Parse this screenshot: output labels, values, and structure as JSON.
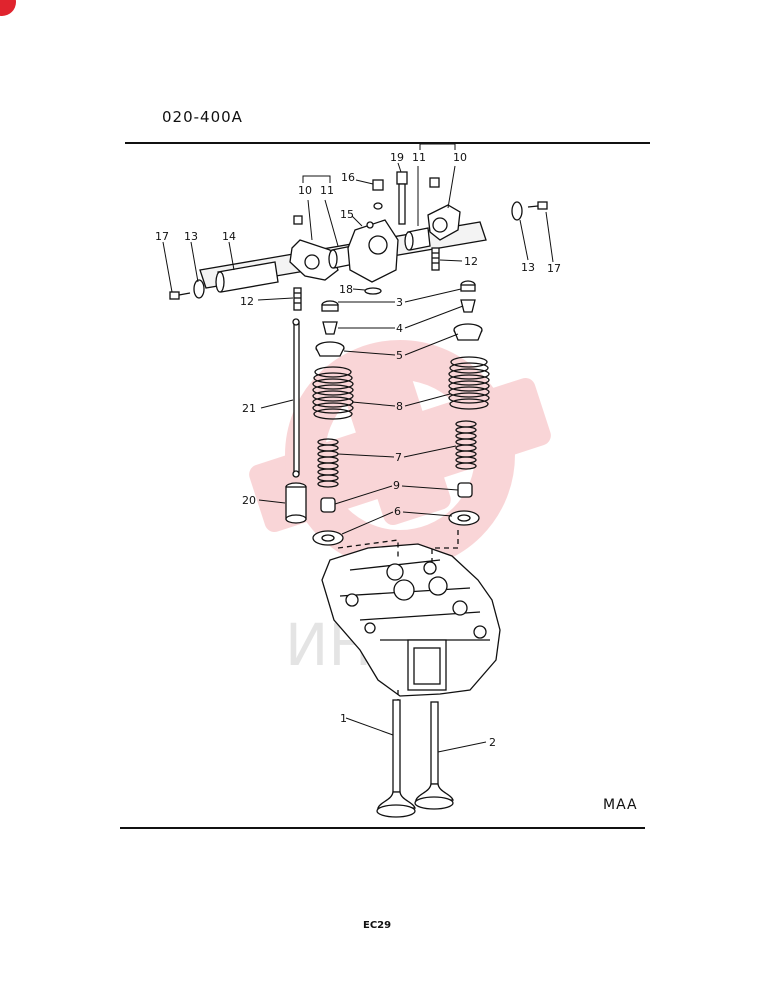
{
  "header": {
    "code": "020-400A"
  },
  "footer": {
    "variant": "MAA",
    "page": "EC29"
  },
  "watermark": {
    "text": "ИНГ  Х",
    "color": "#e8454c"
  },
  "colors": {
    "ink": "#111111",
    "accent": "#e0242e"
  },
  "callouts": [
    "1",
    "2",
    "3",
    "4",
    "5",
    "6",
    "7",
    "8",
    "9",
    "10",
    "11",
    "12",
    "13",
    "14",
    "15",
    "16",
    "17",
    "18",
    "19",
    "20",
    "21"
  ]
}
